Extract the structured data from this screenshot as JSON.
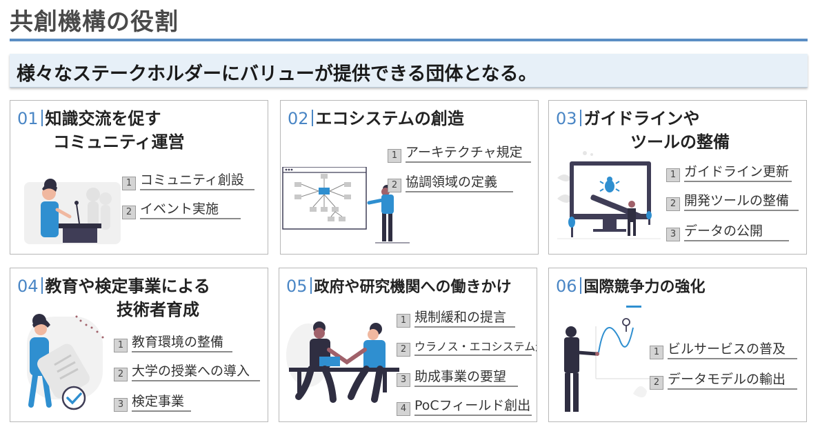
{
  "title": "共創機構の役割",
  "banner": "様々なステークホルダーにバリューが提供できる団体となる。",
  "cards": [
    {
      "num": "01",
      "title1": "知識交流を促す",
      "title2": "コミュニティ運営",
      "items": [
        {
          "n": "1",
          "label": "コミュニティ創設"
        },
        {
          "n": "2",
          "label": "イベント実施"
        }
      ]
    },
    {
      "num": "02",
      "title1": "エコシステムの創造",
      "title2": "",
      "items": [
        {
          "n": "1",
          "label": "アーキテクチャ規定"
        },
        {
          "n": "2",
          "label": "協調領域の定義"
        }
      ]
    },
    {
      "num": "03",
      "title1": "ガイドラインや",
      "title2": "ツールの整備",
      "items": [
        {
          "n": "1",
          "label": "ガイドライン更新"
        },
        {
          "n": "2",
          "label": "開発ツールの整備"
        },
        {
          "n": "3",
          "label": "データの公開"
        }
      ]
    },
    {
      "num": "04",
      "title1": "教育や検定事業による",
      "title2": "技術者育成",
      "items": [
        {
          "n": "1",
          "label": "教育環境の整備"
        },
        {
          "n": "2",
          "label": "大学の授業への導入"
        },
        {
          "n": "3",
          "label": "検定事業"
        }
      ]
    },
    {
      "num": "05",
      "title1": "政府や研究機関への働きかけ",
      "title2": "",
      "items": [
        {
          "n": "1",
          "label": "規制緩和の提言"
        },
        {
          "n": "2",
          "label": "ウラノス・エコシステム連携"
        },
        {
          "n": "3",
          "label": "助成事業の要望"
        },
        {
          "n": "4",
          "label": "PoCフィールド創出"
        }
      ]
    },
    {
      "num": "06",
      "title1": "国際競争力の強化",
      "title2": "",
      "items": [
        {
          "n": "1",
          "label": "ビルサービスの普及"
        },
        {
          "n": "2",
          "label": "データモデルの輸出"
        }
      ]
    }
  ],
  "colors": {
    "accent": "#4a86c5",
    "banner_bg": "#e7f0f8",
    "figure_blue": "#2f8fd0",
    "figure_dark": "#2f2e41"
  }
}
